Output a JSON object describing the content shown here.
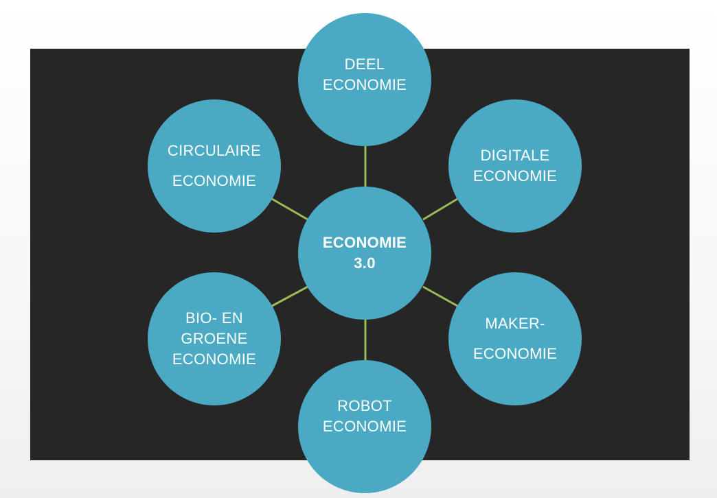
{
  "diagram": {
    "center": {
      "lines": [
        "ECONOMIE",
        "3.0"
      ]
    },
    "nodes": {
      "top": {
        "lines": [
          "DEEL",
          "ECONOMIE"
        ]
      },
      "upper_right": {
        "lines": [
          "DIGITALE",
          "ECONOMIE"
        ]
      },
      "lower_right": {
        "lines": [
          "MAKER-",
          "ECONOMIE"
        ]
      },
      "bottom": {
        "lines": [
          "ROBOT",
          "ECONOMIE"
        ]
      },
      "lower_left": {
        "lines": [
          "BIO- EN",
          "GROENE",
          "ECONOMIE"
        ]
      },
      "upper_left": {
        "lines": [
          "CIRCULAIRE",
          "ECONOMIE"
        ]
      }
    }
  },
  "colors": {
    "background_panel": "#262626",
    "node_fill": "#4aaac4",
    "connector": "#9bbb59",
    "text": "#ffffff"
  }
}
